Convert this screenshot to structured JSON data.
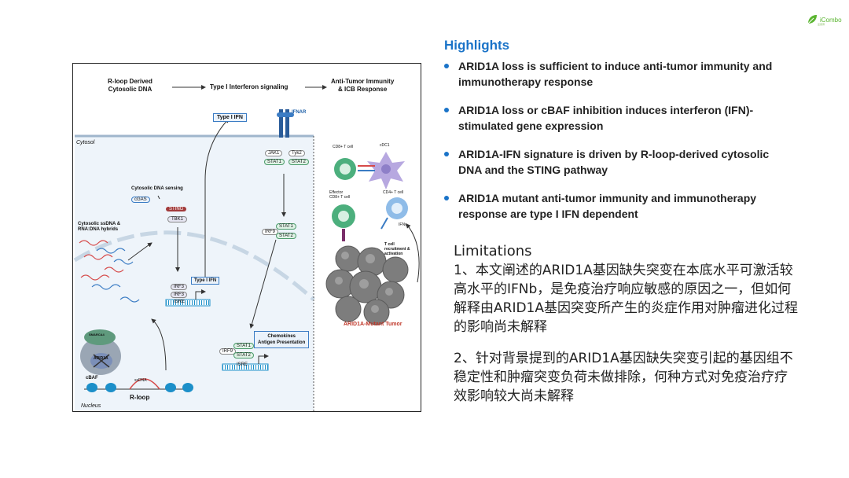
{
  "logo": {
    "text": "iCombo",
    "sub": "爱康博"
  },
  "figure": {
    "header": {
      "left": "R-loop Derived\nCytosolic DNA",
      "middle": "Type I Interferon signaling",
      "right": "Anti-Tumor Immunity\n& ICB Response"
    },
    "labels": {
      "type1ifn_box": "Type I IFN",
      "ifnar": "IFNAR",
      "cytosol": "Cytosol",
      "jak1": "JAK1",
      "tyk2": "Tyk2",
      "stat1": "STAT1",
      "stat2": "STAT2",
      "cytosolic_sensing": "Cytosolic DNA sensing",
      "cgas": "cGAS",
      "sting": "STING",
      "tbk1": "TBK1",
      "ssdna_hybrids": "Cytosolic ssDNA &\nRNA:DNA hybrids",
      "irf9": "IRF9",
      "irf3": "IRF3",
      "isre": "ISRE",
      "type1ifn_gene": "Type I IFN",
      "chemokines": "Chemokines\nAntigen Presentation",
      "smarca4": "SMARCA4",
      "arid1a": "ARID1A",
      "cbaf": "cBAF",
      "ssdna": "ssDNA",
      "rloop": "R-loop",
      "nucleus": "Nucleus",
      "cd8_t": "CD8+ T cell",
      "cdc1": "cDC1",
      "effector_cd8": "Effector\nCD8+ T cell",
      "cd4_t": "CD4+ T cell",
      "ifng": "IFNγ",
      "recruitment": "T cell\nrecruitment &\nactivation",
      "tumor": "ARID1A-Mutant Tumor"
    }
  },
  "highlights": {
    "title": "Highlights",
    "items": [
      "ARID1A loss is sufficient to induce anti-tumor immunity and immunotherapy response",
      "ARID1A loss or cBAF inhibition induces interferon (IFN)-stimulated gene expression",
      "ARID1A-IFN signature is driven by R-loop-derived cytosolic DNA and the STING pathway",
      "ARID1A mutant anti-tumor immunity and immunotherapy response are type I IFN dependent"
    ],
    "bullet_color": "#1a73c8"
  },
  "limitations": {
    "title": "Limitations",
    "p1": "1、本文阐述的ARID1A基因缺失突变在本底水平可激活较高水平的IFNb，是免疫治疗响应敏感的原因之一，但如何解释由ARID1A基因突变所产生的炎症作用对肿瘤进化过程的影响尚未解释",
    "p2": "2、针对背景提到的ARID1A基因缺失突变引起的基因组不稳定性和肿瘤突变负荷未做排除，何种方式对免疫治疗疗效影响较大尚未解释"
  }
}
